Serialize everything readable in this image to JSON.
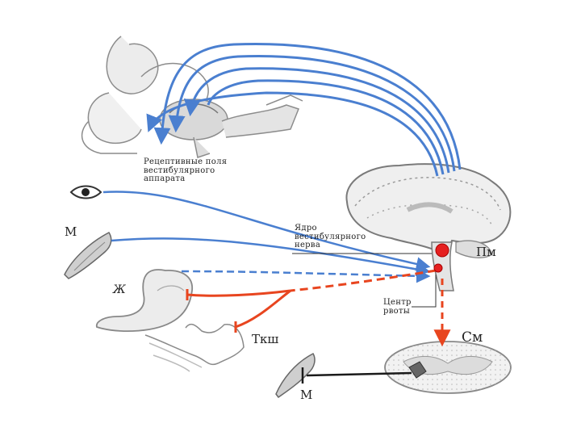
{
  "labels": {
    "receptive_fields": "Рецептивные поля вестибулярного аппарата",
    "receptive_line1": "Рецептивные поля",
    "receptive_line2": "вестибулярного",
    "receptive_line3": "аппарата",
    "nucleus_line1": "Ядро",
    "nucleus_line2": "вестибулярного",
    "nucleus_line3": "нерва",
    "vomit_line1": "Центр",
    "vomit_line2": "рвоты",
    "muscle_top": "М",
    "stomach": "Ж",
    "intestine": "Ткш",
    "medulla": "Пм",
    "spinal_cord": "См",
    "muscle_bottom": "М"
  },
  "colors": {
    "afferent_blue": "#4a7fd0",
    "efferent_red": "#e8451f",
    "motor_black": "#1a1a1a",
    "nucleus_red": "#e52020",
    "sketch_gray": "#9a9a9a"
  },
  "icons": {
    "eye": "eye-icon",
    "muscle": "muscle-icon",
    "brain": "brain-icon",
    "stomach": "stomach-icon",
    "intestine": "intestine-icon",
    "inner_ear": "inner-ear-icon",
    "spinal_cord": "spinal-cord-icon"
  }
}
